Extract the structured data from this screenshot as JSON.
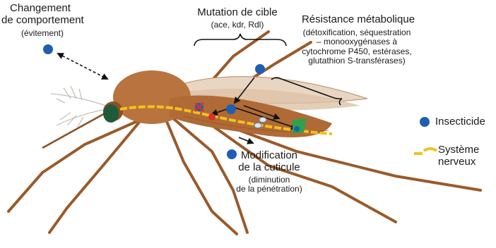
{
  "labels": {
    "behavior": {
      "title": "Changement de comportement",
      "title_l1": "Changement",
      "title_l2": "de comportement",
      "sub": "(évitement)"
    },
    "target": {
      "title": "Mutation de cible",
      "sub": "(ace, kdr, Rdl)"
    },
    "metabolic": {
      "title": "Résistance métabolique",
      "l1": "(détoxification, séquestration",
      "l2": "– monooxygénases à",
      "l3": "cytochrome P450, estérases,",
      "l4": "glutathion S-transférases)"
    },
    "cuticle": {
      "title_l1": "Modification",
      "title_l2": "de la cuticule",
      "sub_l1": "(diminution",
      "sub_l2": "de la pénétration)"
    }
  },
  "legend": {
    "insecticide": "Insecticide",
    "nervous_l1": "Système",
    "nervous_l2": "nerveux"
  },
  "colors": {
    "insecticide": "#1f5fb0",
    "nervous": "#f2c21a",
    "body": "#b8733f",
    "body_dark": "#8a4f22",
    "leg": "#9a5a2a",
    "eye": "#1f5a3a",
    "target_red": "#d8312a",
    "enzyme_green": "#2ea14a"
  }
}
